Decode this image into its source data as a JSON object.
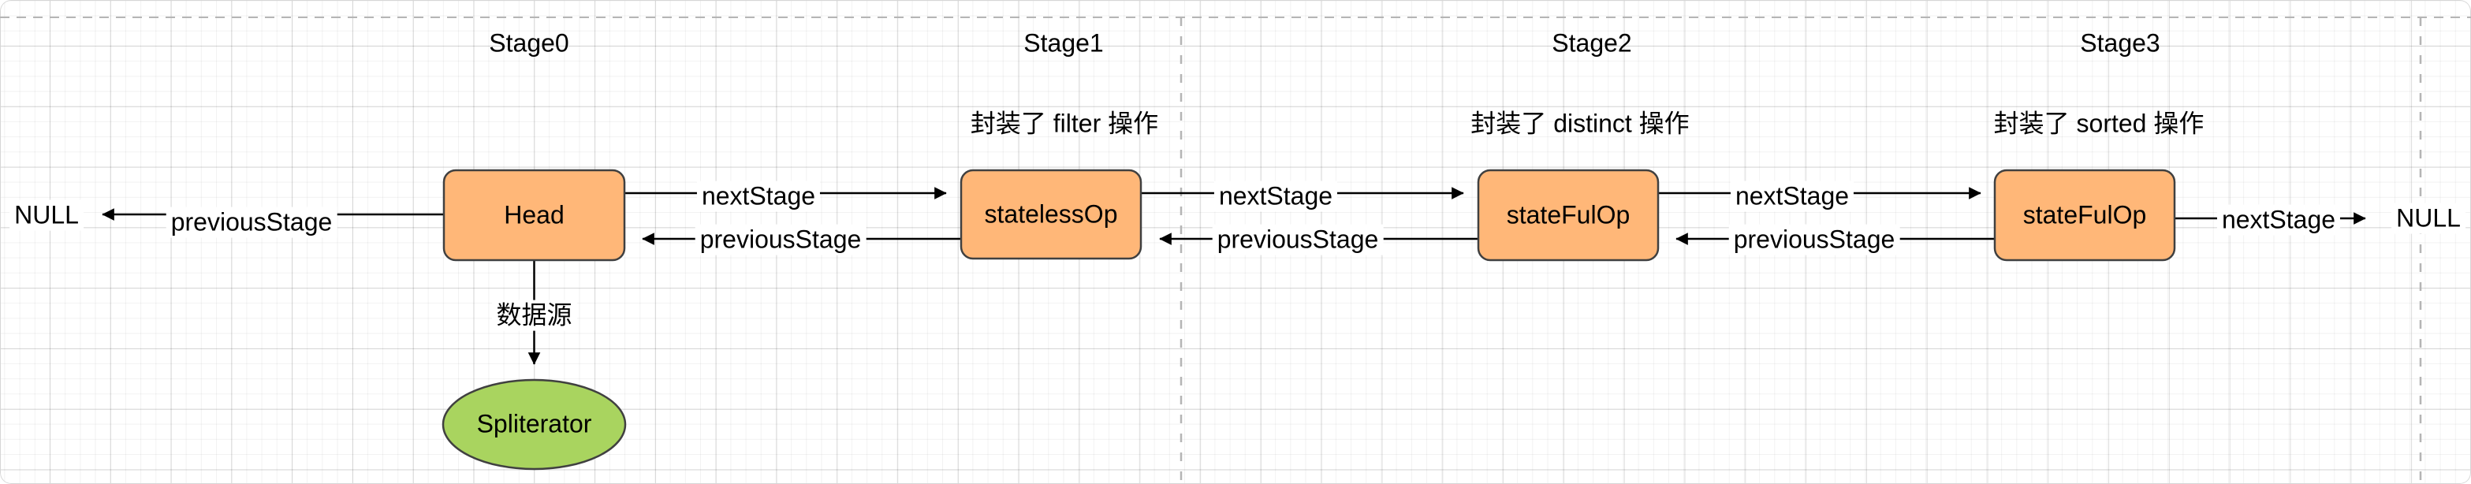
{
  "diagram": {
    "stage_titles": [
      {
        "label": "Stage0"
      },
      {
        "label": "Stage1"
      },
      {
        "label": "Stage2"
      },
      {
        "label": "Stage3"
      }
    ],
    "annotations": [
      {
        "label": "封装了 filter 操作"
      },
      {
        "label": "封装了 distinct 操作"
      },
      {
        "label": "封装了 sorted 操作"
      }
    ],
    "nodes": [
      {
        "label": "Head"
      },
      {
        "label": "statelessOp"
      },
      {
        "label": "stateFulOp"
      },
      {
        "label": "stateFulOp"
      },
      {
        "label": "Spliterator"
      }
    ],
    "edges": [
      {
        "label": "previousStage"
      },
      {
        "label": "nextStage"
      },
      {
        "label": "previousStage"
      },
      {
        "label": "nextStage"
      },
      {
        "label": "previousStage"
      },
      {
        "label": "nextStage"
      },
      {
        "label": "previousStage"
      },
      {
        "label": "nextStage"
      },
      {
        "label": "数据源"
      }
    ],
    "terminals": [
      {
        "label": "NULL"
      },
      {
        "label": "NULL"
      }
    ],
    "colors": {
      "node_fill": "#ffb778",
      "node_stroke": "#404040",
      "source_fill": "#a9d45f",
      "edge": "#000000",
      "page_divider": "#b5b5b5"
    }
  }
}
